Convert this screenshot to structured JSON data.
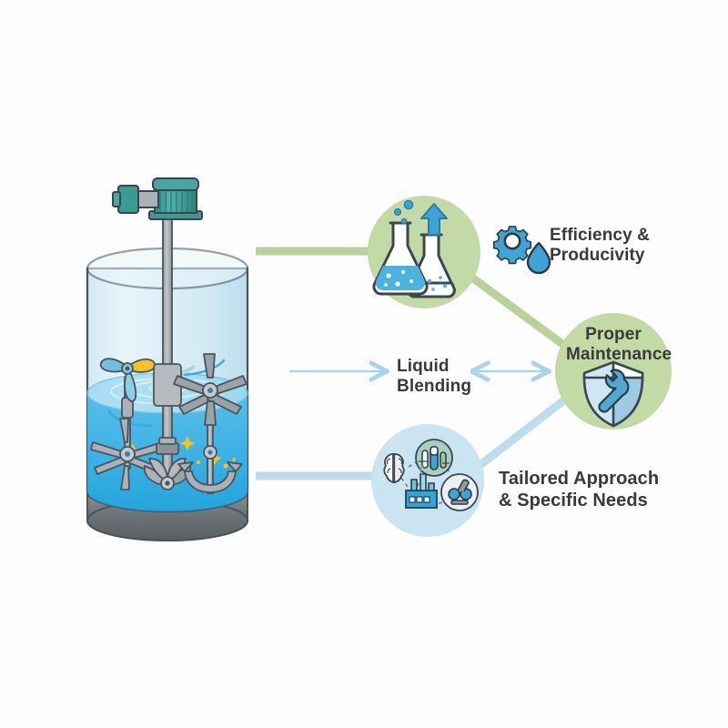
{
  "diagram": {
    "title": "Industrial Liquid Mixing Tank Benefits Diagram",
    "background": "#fdfdfd",
    "colors": {
      "green_line": "#b9d29c",
      "blue_line": "#bfdcee",
      "green_circle": "#c3d9a6",
      "blue_circle": "#cbe4f2",
      "accent_blue": "#3fa3d4",
      "motor_teal": "#3e9d96",
      "liquid_blue": "#29a8e0",
      "tank_glass": "#cfe8f3",
      "metal_gray": "#9aa3a8",
      "base_gray": "#6f7477",
      "text": "#3a3a3a",
      "outline": "#3c4650",
      "spark_yellow": "#f5c518"
    },
    "center": {
      "name": "mixing-tank",
      "motor_label": "",
      "impellers": [
        "marine-propeller",
        "flat-blade-turbine",
        "curved-blade-impeller",
        "anchor-agitator",
        "six-blade-turbine",
        "paddle-impeller"
      ]
    },
    "flow_label": {
      "line1": "Liquid",
      "line2": "Blending"
    },
    "nodes": [
      {
        "id": "efficiency",
        "circle_color": "#c3d9a6",
        "icon": "flasks-icon",
        "side_icons": [
          "gear-icon",
          "water-drop-icon"
        ],
        "label_line1": "Efficiency &",
        "label_line2": "Producivity"
      },
      {
        "id": "maintenance",
        "circle_color": "#c3d9a6",
        "icon": "shield-wrench-icon",
        "label_line1": "Proper",
        "label_line2": "Maintenance"
      },
      {
        "id": "tailored",
        "circle_color": "#cbe4f2",
        "icon": "brain-network-icon",
        "sub_icons": [
          "brain-icon",
          "test-tubes-icon",
          "factory-icon",
          "microscope-icon"
        ],
        "label_line1": "Tailored Approach",
        "label_line2": "& Specific Needs"
      }
    ],
    "connectors": [
      {
        "name": "tank-to-efficiency",
        "color": "#b9d29c",
        "style": "solid"
      },
      {
        "name": "efficiency-to-maintenance",
        "color": "#b9d29c",
        "style": "solid"
      },
      {
        "name": "tank-to-tailored",
        "color": "#bfdcee",
        "style": "solid"
      },
      {
        "name": "tailored-to-maintenance",
        "color": "#bfdcee",
        "style": "solid"
      },
      {
        "name": "tank-to-blending-arrow",
        "color": "#bfdcee",
        "style": "arrow-right"
      },
      {
        "name": "blending-to-maintenance-arrow",
        "color": "#bfdcee",
        "style": "double-arrow"
      }
    ]
  }
}
